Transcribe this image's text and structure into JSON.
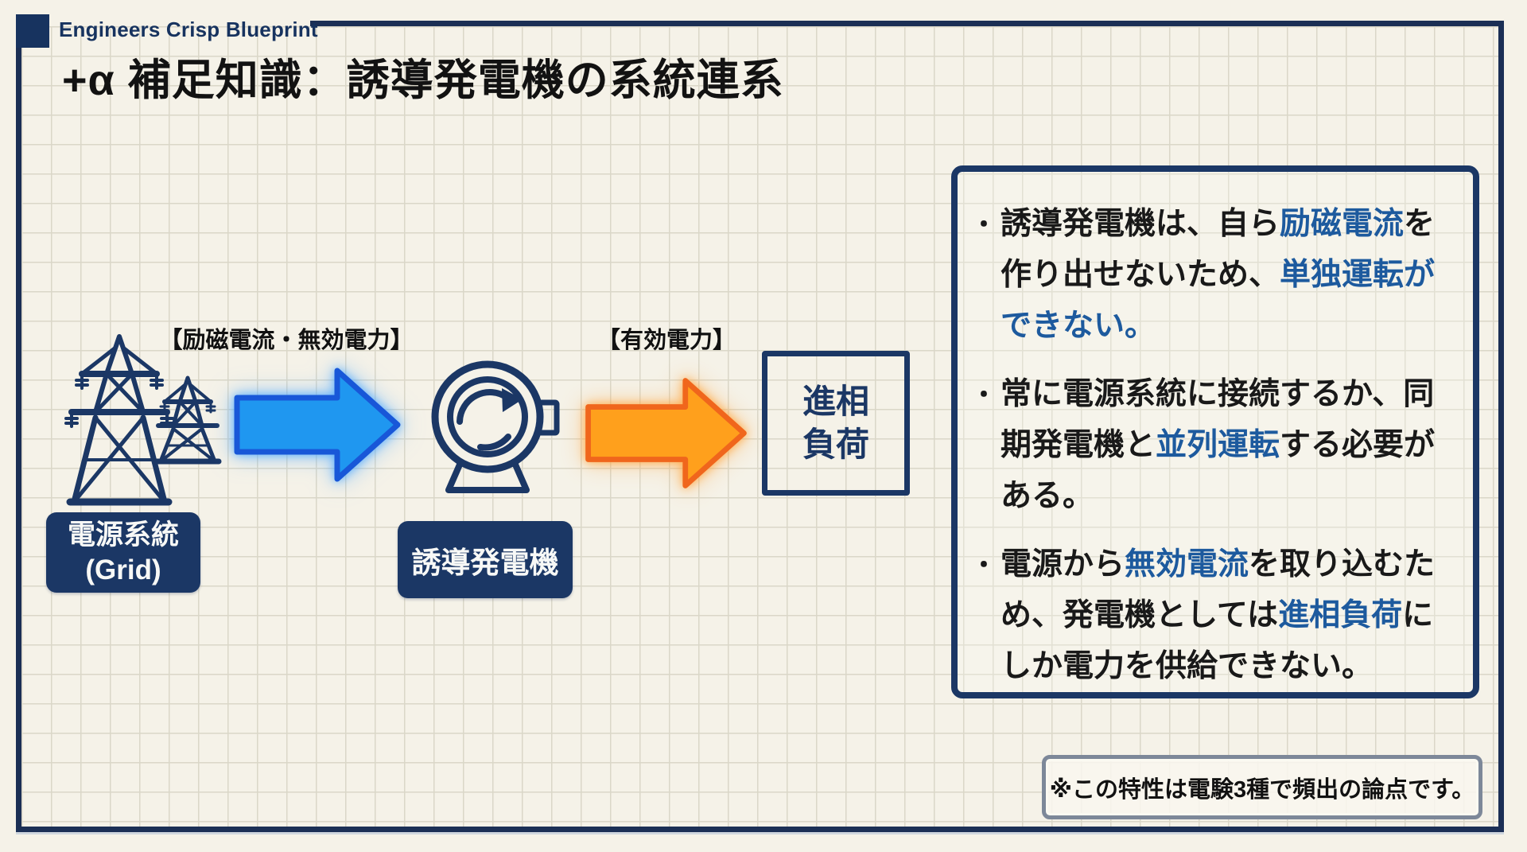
{
  "brand": {
    "name": "Engineers Crisp Blueprint"
  },
  "title": "+α 補足知識：誘導発電機の系統連系",
  "diagram": {
    "flow1_label": "【励磁電流・無効電力】",
    "flow2_label": "【有効電力】",
    "grid_label": {
      "line1": "電源系統",
      "line2": "(Grid)"
    },
    "generator_label": "誘導発電機",
    "load_label": {
      "line1": "進相",
      "line2": "負荷"
    }
  },
  "panel": {
    "bullet_marker": "・",
    "bullets": [
      {
        "segments": [
          {
            "t": "誘導発電機は、自ら"
          },
          {
            "t": "励磁電流"
          },
          {
            "t": "を作り出せないため、"
          },
          {
            "t": "単独運転ができない。"
          }
        ]
      },
      {
        "segments": [
          {
            "t": "常に電源系統に接続するか、同期発電機と"
          },
          {
            "t": "並列運転"
          },
          {
            "t": "する必要がある。"
          }
        ]
      },
      {
        "segments": [
          {
            "t": "電源から"
          },
          {
            "t": "無効電流"
          },
          {
            "t": "を取り込むため、発電機としては"
          },
          {
            "t": "進相負荷"
          },
          {
            "t": "にしか電力を供給できない。"
          }
        ]
      }
    ]
  },
  "note": "※この特性は電験3種で頻出の論点です。",
  "colors": {
    "navy": "#1b3765",
    "frame": "#1b2f55",
    "highlight_blue": "#1d5a9e",
    "arrow_blue_fill": "#1f97f0",
    "arrow_blue_stroke": "#1857d8",
    "arrow_orange_fill": "#ffa01c",
    "arrow_orange_stroke": "#f0661c",
    "background": "#f5f2e8",
    "note_border": "#7d8899"
  }
}
